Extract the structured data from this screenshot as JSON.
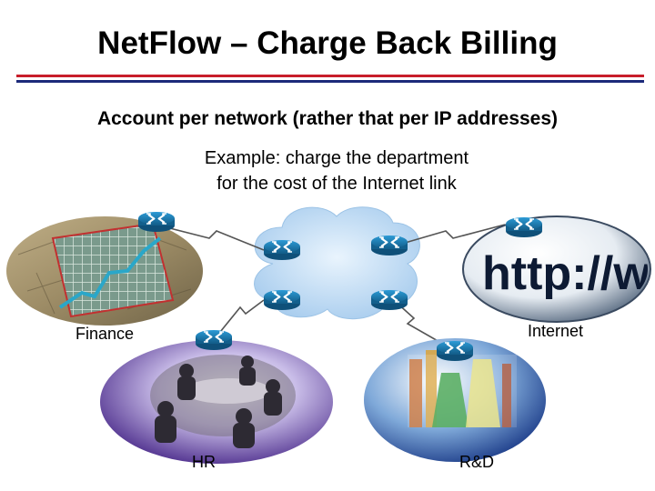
{
  "title": "NetFlow – Charge Back Billing",
  "subtitle": "Account per network (rather that per IP addresses)",
  "example_line1": "Example: charge the department",
  "example_line2": "for the cost of the Internet link",
  "labels": {
    "finance": "Finance",
    "internet": "Internet",
    "hr": "HR",
    "rnd": "R&D"
  },
  "http_text": "http://www",
  "colors": {
    "title_rule_red": "#c81e2a",
    "title_rule_blue": "#1c2a7a",
    "cloud": "#b9d9f5",
    "router": "#1b7fb5"
  }
}
